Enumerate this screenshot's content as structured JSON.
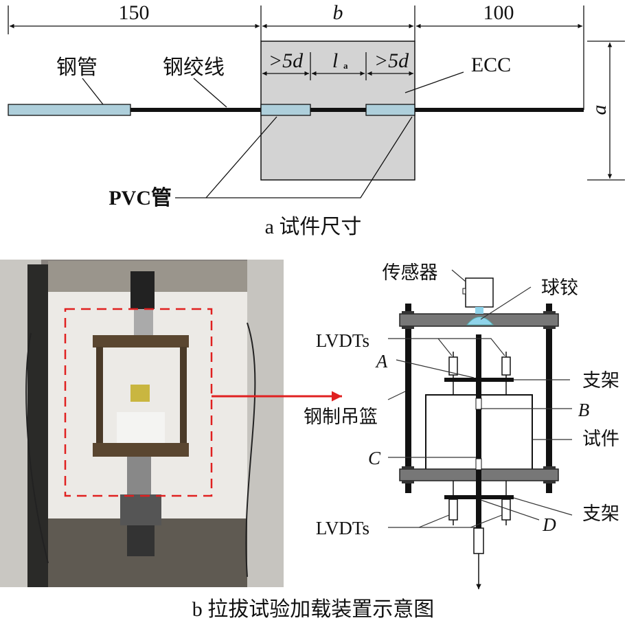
{
  "part_a": {
    "dims": {
      "left": "150",
      "middle": "b",
      "right": "100",
      "height": "a"
    },
    "inner_dims": {
      "left": ">5d",
      "middle": "l",
      "middle_sub": "a",
      "right": ">5d"
    },
    "labels": {
      "steel_pipe": "钢管",
      "strand": "钢绞线",
      "ecc": "ECC",
      "pvc": "PVC管"
    },
    "caption": "a 试件尺寸"
  },
  "part_b": {
    "labels": {
      "sensor": "传感器",
      "ball_joint": "球铰",
      "lvdts_top": "LVDTs",
      "A": "A",
      "bracket_top": "支架",
      "B": "B",
      "basket": "钢制吊篮",
      "specimen": "试件",
      "C": "C",
      "bracket_bottom": "支架",
      "D": "D",
      "lvdts_bottom": "LVDTs"
    },
    "caption": "b 拉拔试验加载装置示意图"
  },
  "colors": {
    "ecc": "#d3d3d3",
    "pipe": "#aecfdb",
    "highlight": "#e02020",
    "ball": "#8fd3ea"
  }
}
